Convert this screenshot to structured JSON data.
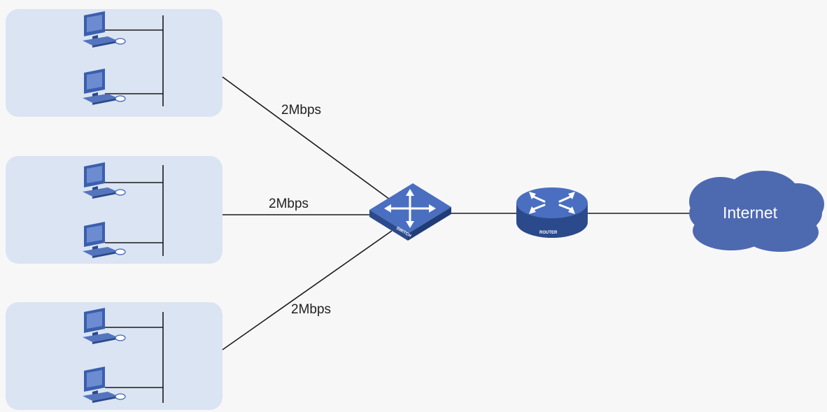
{
  "links": {
    "group1": "2Mbps",
    "group2": "2Mbps",
    "group3": "2Mbps"
  },
  "cloud": {
    "label": "Internet"
  },
  "devices": {
    "switch_caption": "SWITCH",
    "router_caption": "ROUTER",
    "switch_icon": "switch-icon",
    "router_icon": "router-icon",
    "pc_icon": "pc-icon"
  },
  "colors": {
    "group_fill": "#dbe4f3",
    "device_blue": "#3a5fae",
    "device_dark": "#2b4a8c",
    "cloud_blue": "#4d69b0",
    "line": "#1a1a1a"
  }
}
